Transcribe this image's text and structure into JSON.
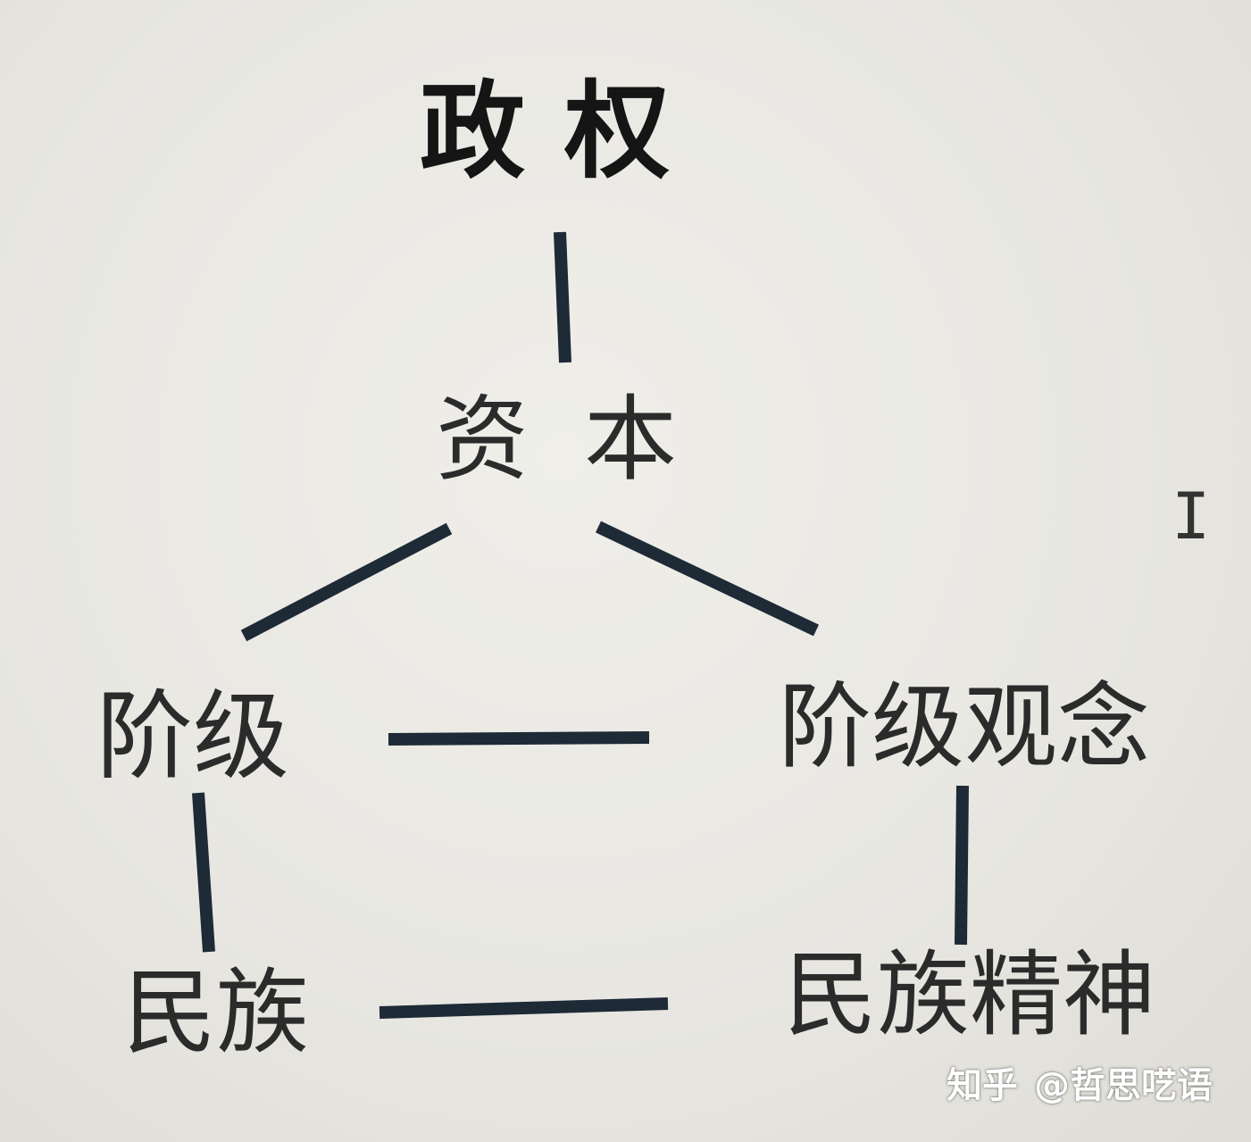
{
  "nodes": {
    "title": "政权",
    "capital": "资本",
    "class": "阶级",
    "class_concept": "阶级观念",
    "nation": "民族",
    "national_spirit": "民族精神"
  },
  "watermark": {
    "brand": "知乎",
    "user": "@哲思呓语"
  },
  "colors": {
    "line": "#1e2a36",
    "text": "#2b2b2b",
    "background": "#e9e8e3"
  },
  "icons": {
    "cursor": "text-cursor-icon"
  }
}
